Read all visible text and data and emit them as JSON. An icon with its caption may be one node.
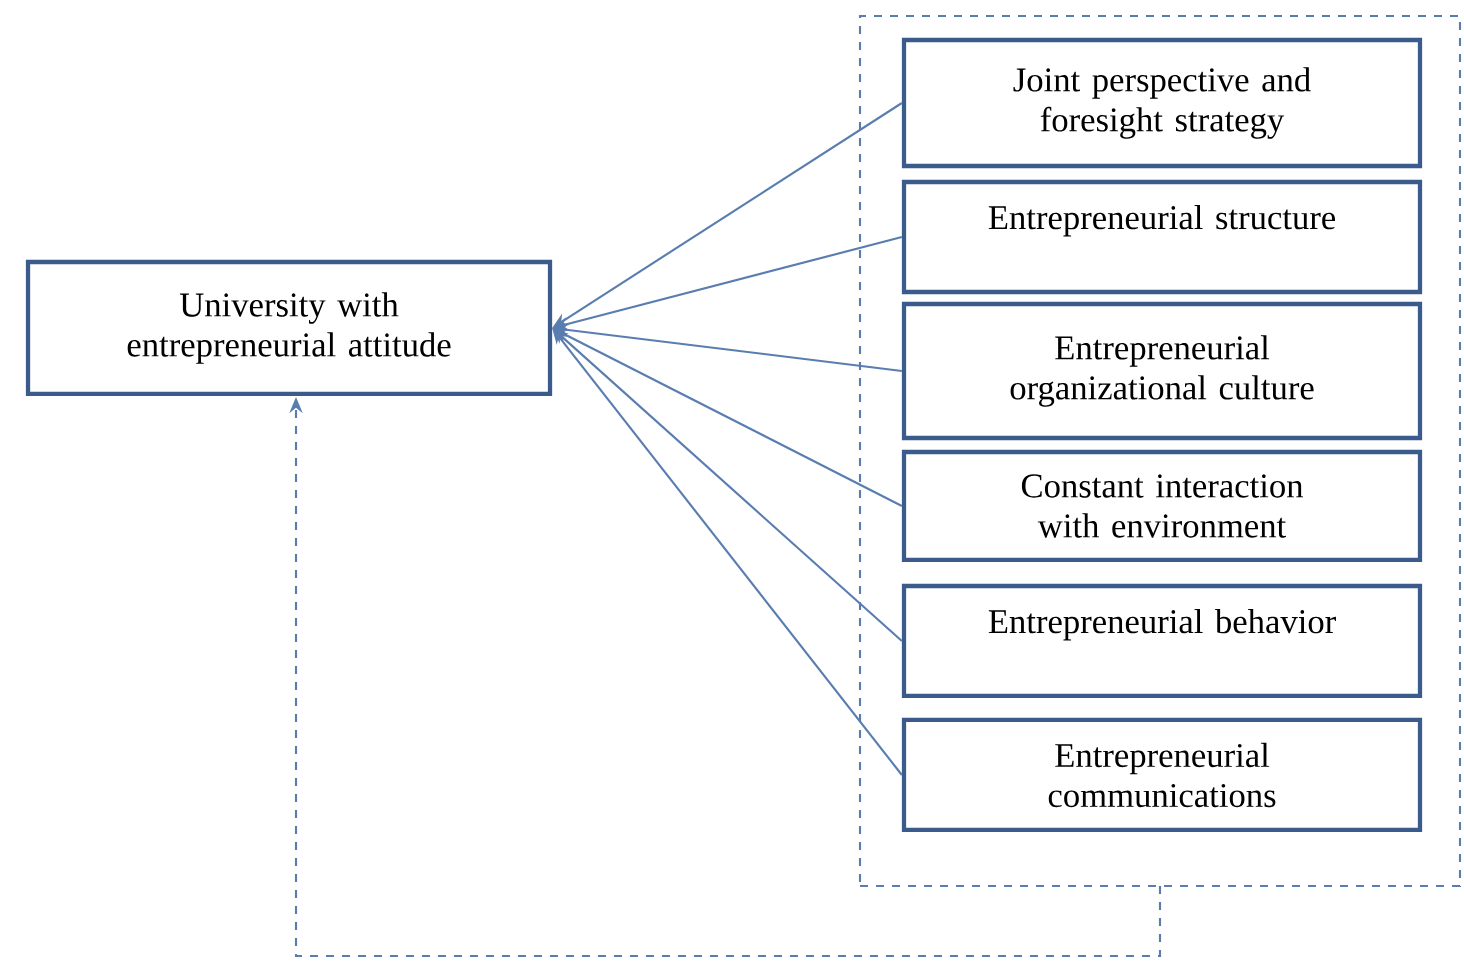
{
  "diagram": {
    "nodes": [
      {
        "text": [
          "University with entrepreneurial attitude"
        ]
      },
      {
        "text": [],
        "shape": "box"
      },
      {
        "text": [
          "Joint perspective and foresight strategy"
        ],
        "in": 1
      },
      {
        "text": [
          "Entrepreneurial structure"
        ],
        "in": 1
      },
      {
        "text": [
          "Entrepreneurial organizational culture"
        ],
        "in": 1
      },
      {
        "text": [
          "Constant interaction with environment"
        ],
        "in": 1
      },
      {
        "text": [
          "Entrepreneurial behavior"
        ],
        "in": 1
      },
      {
        "text": [
          "Entrepreneurial communications"
        ],
        "in": 1
      }
    ],
    "edges": [
      {
        "from": 2,
        "to": 0,
        "arrow": "to"
      },
      {
        "from": 3,
        "to": 0,
        "arrow": "to"
      },
      {
        "from": 4,
        "to": 0,
        "arrow": "to"
      },
      {
        "from": 5,
        "to": 0,
        "arrow": "to"
      },
      {
        "from": 6,
        "to": 0,
        "arrow": "to"
      },
      {
        "from": 7,
        "to": 0,
        "arrow": "to"
      },
      {
        "from": 1,
        "to": 0,
        "arrow": "to",
        "style": "dashed"
      }
    ]
  }
}
